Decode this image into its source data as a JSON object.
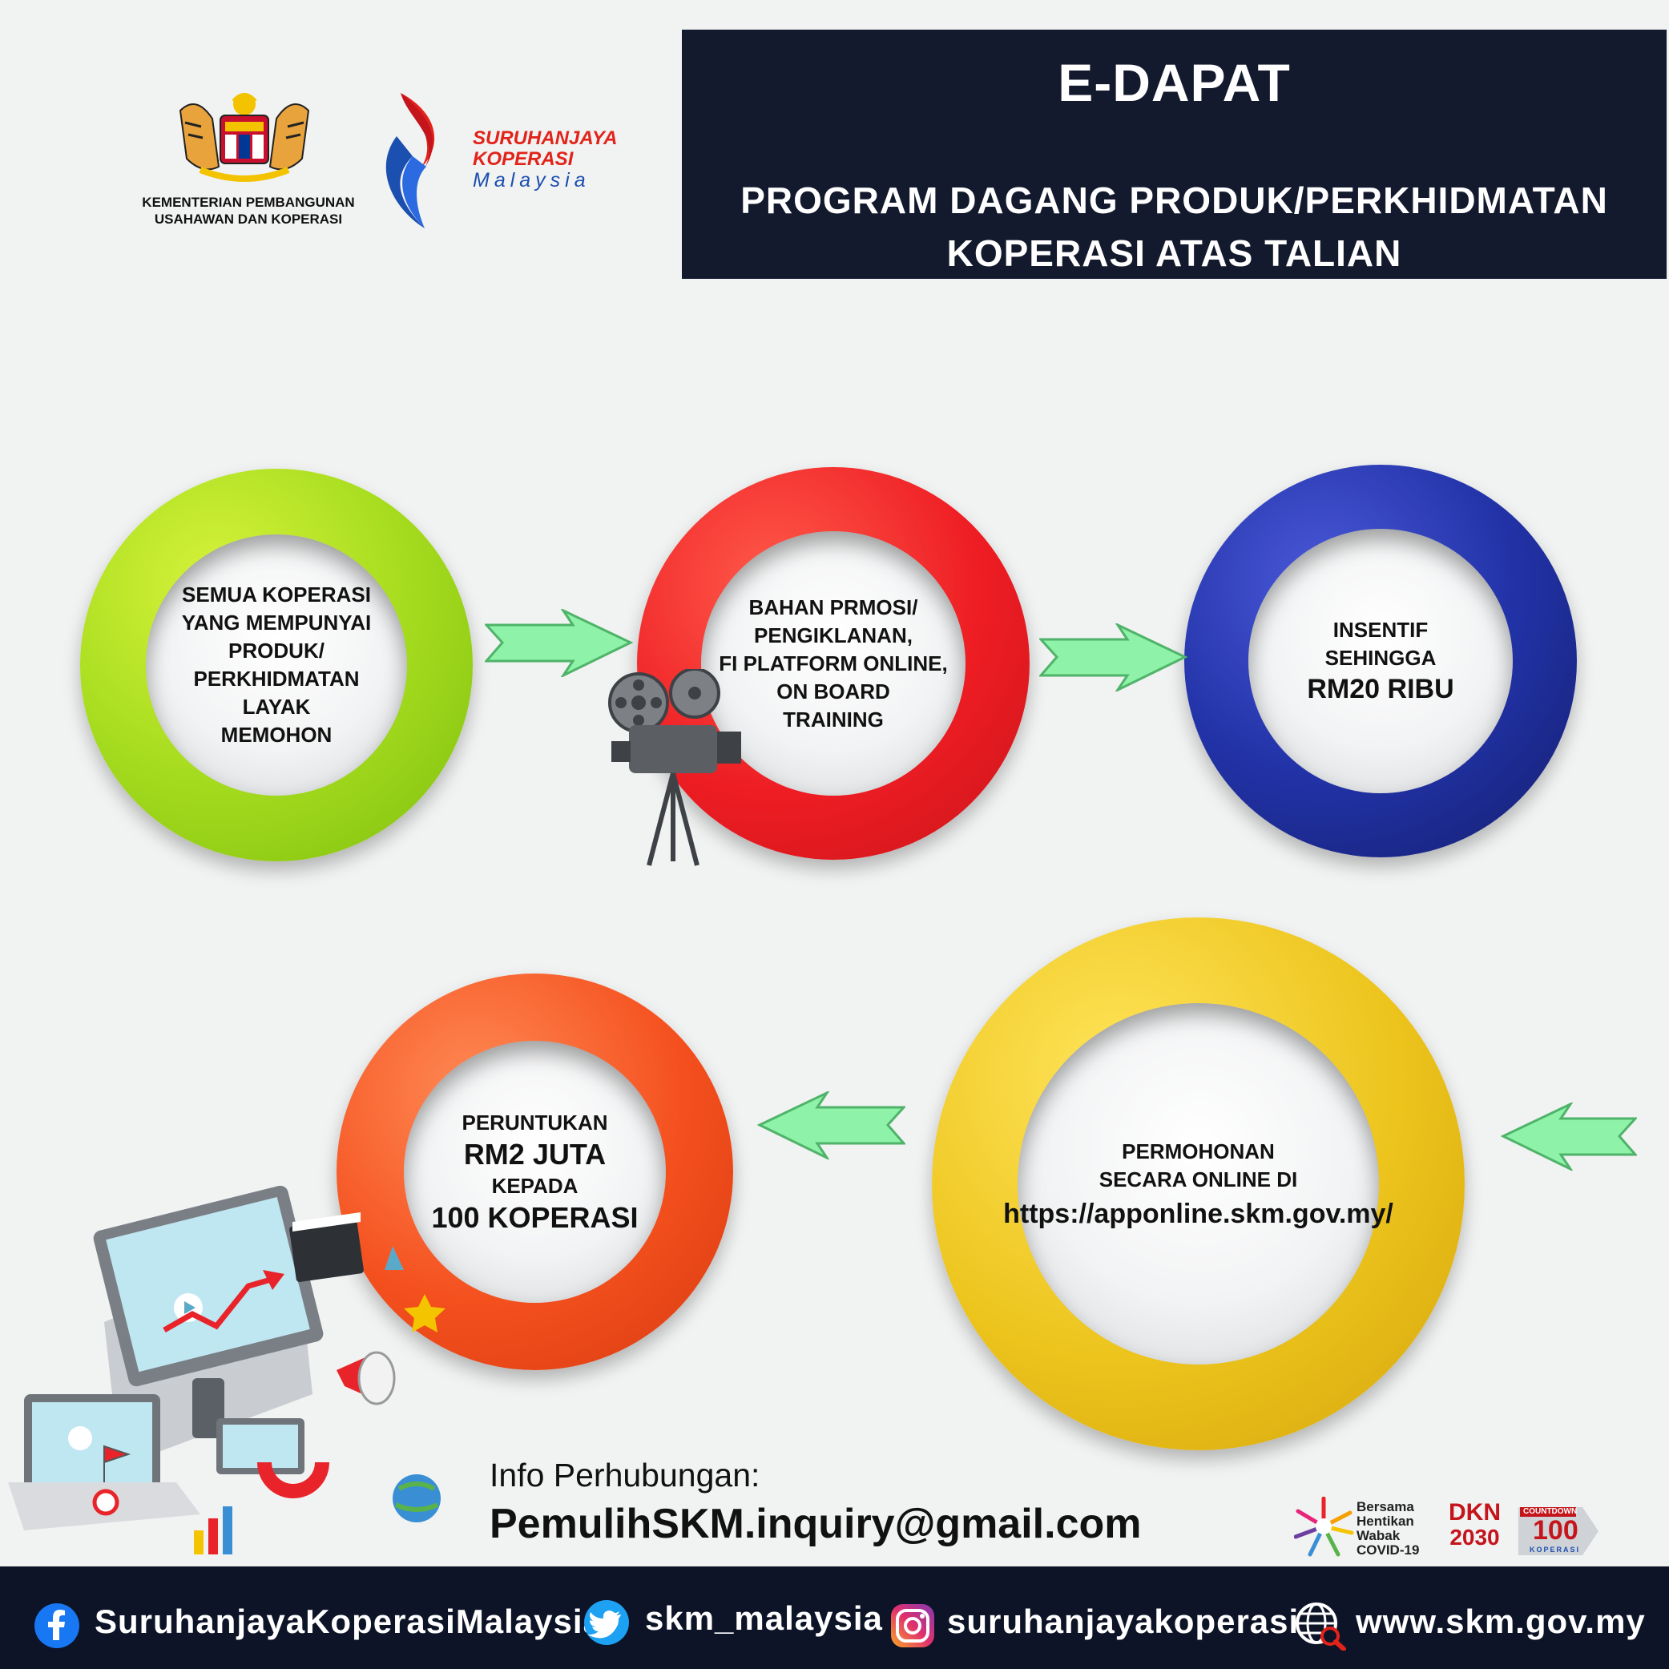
{
  "header": {
    "title": "E-DAPAT",
    "subtitle_line1": "PROGRAM DAGANG PRODUK/PERKHIDMATAN",
    "subtitle_line2": "KOPERASI ATAS TALIAN"
  },
  "logos": {
    "ministry_line1": "KEMENTERIAN PEMBANGUNAN",
    "ministry_line2": "USAHAWAN DAN KOPERASI",
    "skm_line1": "SURUHANJAYA",
    "skm_line2": "KOPERASI",
    "skm_line3": "Malaysia"
  },
  "steps": {
    "step1": [
      "SEMUA KOPERASI",
      "YANG MEMPUNYAI",
      "PRODUK/",
      "PERKHIDMATAN",
      "LAYAK",
      "MEMOHON"
    ],
    "step2": [
      "BAHAN PRMOSI/",
      "PENGIKLANAN,",
      "FI PLATFORM ONLINE,",
      "ON BOARD",
      "TRAINING"
    ],
    "step3": [
      "INSENTIF",
      "SEHINGGA",
      "RM20 RIBU"
    ],
    "step4": [
      "PERMOHONAN",
      "SECARA ONLINE DI",
      "https://apponline.skm.gov.my/"
    ],
    "step5": [
      "PERUNTUKAN",
      "RM2 JUTA",
      "KEPADA",
      "100 KOPERASI"
    ]
  },
  "contact": {
    "label": "Info Perhubungan:",
    "email": "PemulihSKM.inquiry@gmail.com"
  },
  "badges": {
    "covid_line1": "Bersama",
    "covid_line2": "Hentikan",
    "covid_line3": "Wabak",
    "covid_line4": "COVID-19",
    "dkn_line1": "DKN",
    "dkn_line2": "2030",
    "countdown_label": "COUNTDOWN",
    "countdown_num": "100",
    "countdown_sub": "KOPERASI"
  },
  "footer": {
    "facebook": "SuruhanjayaKoperasiMalaysia",
    "twitter": "skm_malaysia",
    "instagram": "suruhanjayakoperasi",
    "website": "www.skm.gov.my"
  },
  "colors": {
    "ring_green": "#9bd61a",
    "ring_red": "#ee1d23",
    "ring_blue": "#1f2d8e",
    "ring_yellow": "#ecc41c",
    "ring_orange": "#f4501e",
    "arrow_green": "#8ef2a8",
    "header_bg": "#141a2e"
  }
}
